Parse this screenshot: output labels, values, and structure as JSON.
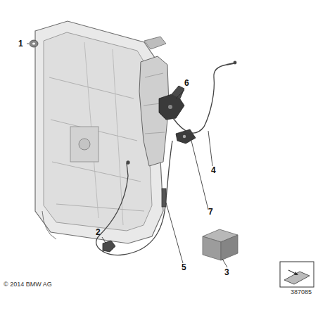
{
  "diagram": {
    "labels": [
      "1",
      "6",
      "4",
      "7",
      "2",
      "5",
      "3",
      "© 2014 BMW AG",
      "387085"
    ]
  }
}
